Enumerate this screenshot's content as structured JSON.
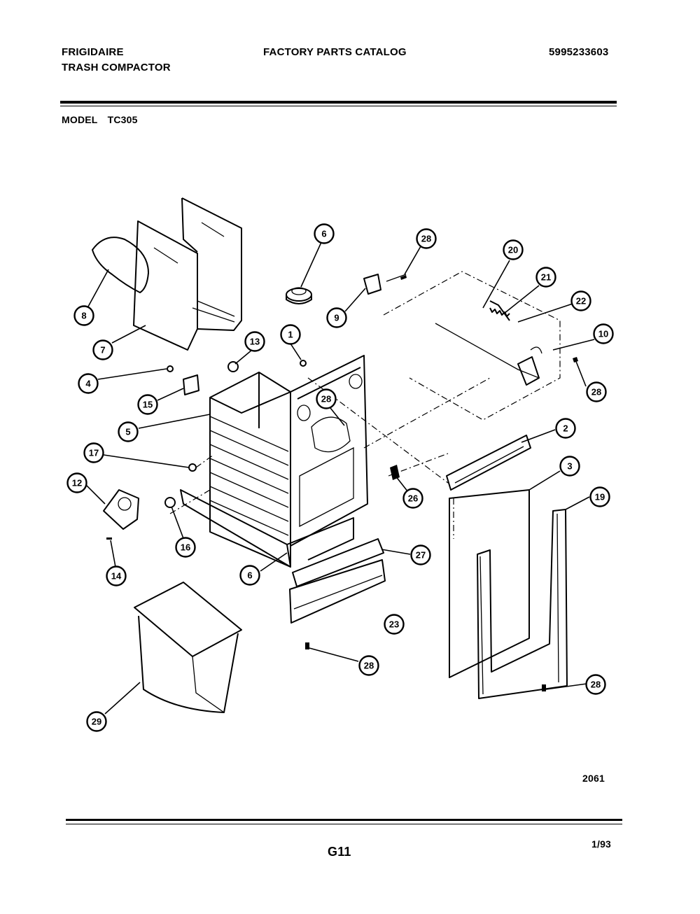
{
  "header": {
    "brand": "FRIGIDAIRE",
    "product": "TRASH COMPACTOR",
    "catalog_title": "FACTORY PARTS CATALOG",
    "catalog_number": "5995233603"
  },
  "model": {
    "label": "MODEL",
    "value": "TC305"
  },
  "callouts": [
    {
      "id": "c-6a",
      "label": "6"
    },
    {
      "id": "c-28a",
      "label": "28"
    },
    {
      "id": "c-20",
      "label": "20"
    },
    {
      "id": "c-21",
      "label": "21"
    },
    {
      "id": "c-22",
      "label": "22"
    },
    {
      "id": "c-10",
      "label": "10"
    },
    {
      "id": "c-28b",
      "label": "28"
    },
    {
      "id": "c-9",
      "label": "9"
    },
    {
      "id": "c-8",
      "label": "8"
    },
    {
      "id": "c-7",
      "label": "7"
    },
    {
      "id": "c-4",
      "label": "4"
    },
    {
      "id": "c-13",
      "label": "13"
    },
    {
      "id": "c-1",
      "label": "1"
    },
    {
      "id": "c-15",
      "label": "15"
    },
    {
      "id": "c-5",
      "label": "5"
    },
    {
      "id": "c-28c",
      "label": "28"
    },
    {
      "id": "c-2",
      "label": "2"
    },
    {
      "id": "c-17",
      "label": "17"
    },
    {
      "id": "c-26",
      "label": "26"
    },
    {
      "id": "c-3",
      "label": "3"
    },
    {
      "id": "c-19",
      "label": "19"
    },
    {
      "id": "c-12",
      "label": "12"
    },
    {
      "id": "c-16",
      "label": "16"
    },
    {
      "id": "c-14",
      "label": "14"
    },
    {
      "id": "c-6b",
      "label": "6"
    },
    {
      "id": "c-27",
      "label": "27"
    },
    {
      "id": "c-23",
      "label": "23"
    },
    {
      "id": "c-28d",
      "label": "28"
    },
    {
      "id": "c-28e",
      "label": "28"
    },
    {
      "id": "c-29",
      "label": "29"
    }
  ],
  "figure_number": "2061",
  "footer": {
    "page": "G11",
    "date": "1/93"
  }
}
